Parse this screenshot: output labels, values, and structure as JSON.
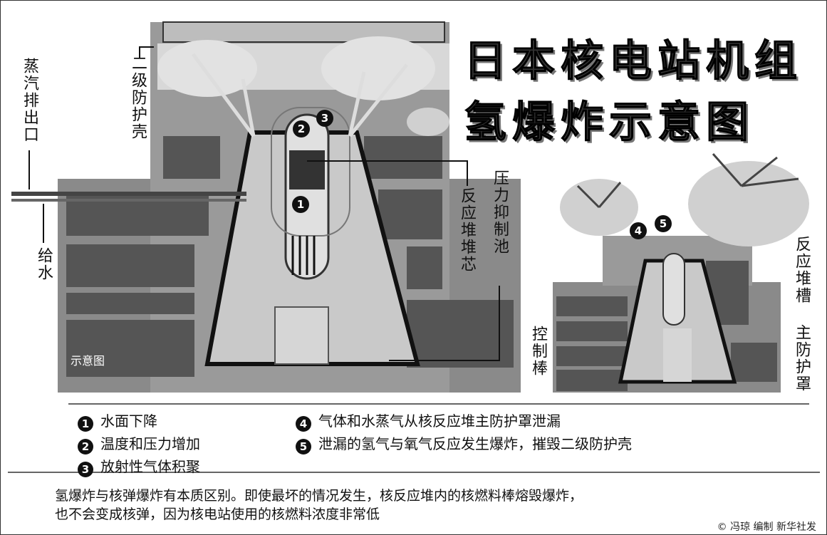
{
  "title": {
    "line1": "日本核电站机组",
    "line2": "氢爆炸示意图"
  },
  "labels": {
    "steam_outlet": "蒸汽排出口",
    "secondary_containment": "二级防护壳",
    "feed_water": "给水",
    "reactor_core": "反应堆堆芯",
    "suppression_pool": "压力抑制池",
    "reactor_vessel": "反应堆槽",
    "control_rods": "控制棒",
    "primary_containment": "主防护罩",
    "schematic": "示意图"
  },
  "markers": [
    "1",
    "2",
    "3",
    "4",
    "5"
  ],
  "legend": [
    {
      "num": "1",
      "text": "水面下降"
    },
    {
      "num": "2",
      "text": "温度和压力增加"
    },
    {
      "num": "3",
      "text": "放射性气体积聚"
    },
    {
      "num": "4",
      "text": "气体和水蒸气从核反应堆主防护罩泄漏"
    },
    {
      "num": "5",
      "text": "泄漏的氢气与氧气反应发生爆炸，摧毁二级防护壳"
    }
  ],
  "note": {
    "line1": "氢爆炸与核弹爆炸有本质区别。即使最坏的情况发生，核反应堆内的核燃料棒熔毁爆炸，",
    "line2": "也不会变成核弹，因为核电站使用的核燃料浓度非常低"
  },
  "credit": "冯琼 编制 新华社发"
}
